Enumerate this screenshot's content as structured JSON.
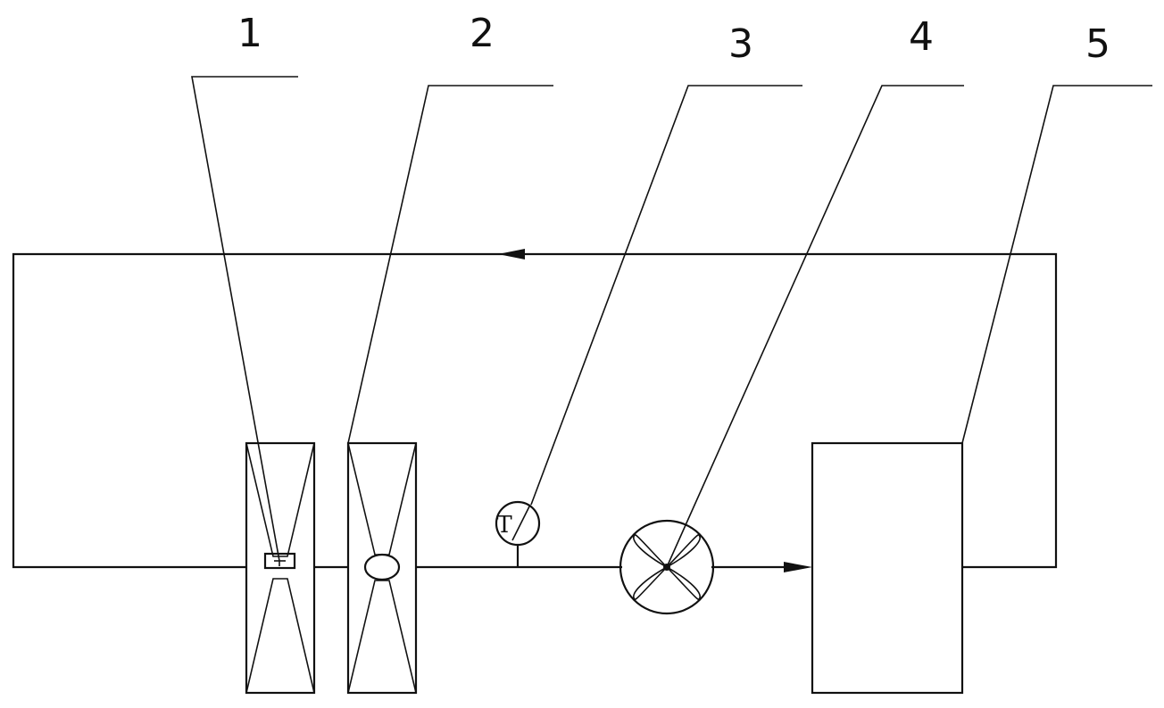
{
  "labels": [
    "1",
    "2",
    "3",
    "4",
    "5"
  ],
  "gauge_symbol": "T",
  "colors": {
    "line": "#111111",
    "background": "#ffffff"
  }
}
